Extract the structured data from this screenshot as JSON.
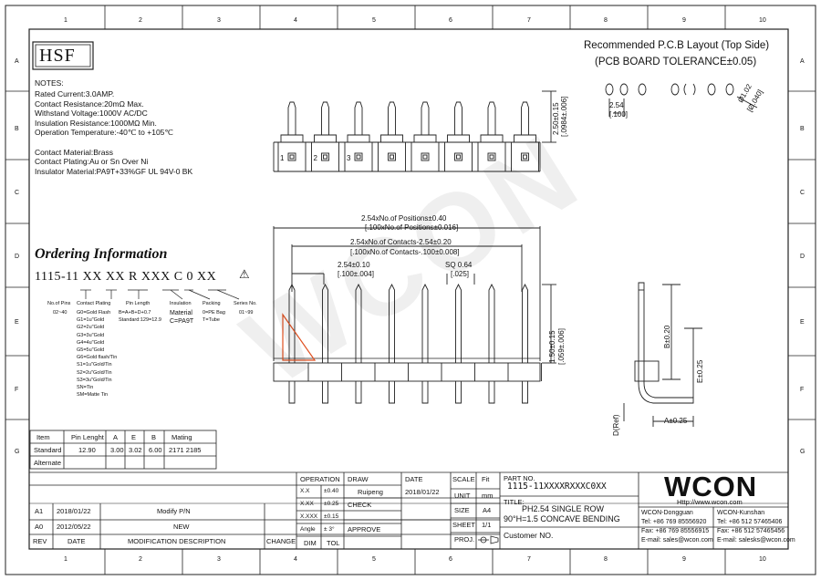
{
  "drawing": {
    "logo": "HSF",
    "title_line1": "Recommended P.C.B Layout (Top Side)",
    "title_line2": "(PCB BOARD TOLERANCE±0.05)",
    "watermark": "WCON",
    "col_labels": [
      "1",
      "2",
      "3",
      "4",
      "5",
      "6",
      "7",
      "8",
      "9",
      "10"
    ],
    "row_labels": [
      "A",
      "B",
      "C",
      "D",
      "E",
      "F",
      "G"
    ]
  },
  "notes": {
    "heading": "NOTES:",
    "lines": [
      "Rated Current:3.0AMP.",
      "Contact Resistance:20mΩ Max.",
      "Withstand Voltage:1000V AC/DC",
      "Insulation Resistance:1000MΩ Min.",
      "Operation Temperature:-40℃ to +105℃",
      "",
      "Contact Material:Brass",
      "Contact Plating:Au or Sn Over Ni",
      "Insulator Material:PA9T+33%GF UL 94V-0 BK"
    ]
  },
  "ordering": {
    "heading": "Ordering Information",
    "code": "1115-11 XX XX R XXX C 0 XX",
    "labels": [
      "No.of Pins",
      "Contact Plating",
      "Pin Length",
      "Insulation Material",
      "Packing",
      "Series No."
    ],
    "pins_range": "02~40",
    "plating_options": [
      "G0=Gold Flash",
      "G1=1u\"Gold",
      "G2=2u\"Gold",
      "G3=3u\"Gold",
      "G4=4u\"Gold",
      "G5=5u\"Gold",
      "G6=Gold flash/Tin",
      "S1=1u\"Gold/Tin",
      "S2=2u\"Gold/Tin",
      "S3=3u\"Gold/Tin",
      "SN=Tin",
      "SM=Matte Tin"
    ],
    "pin_length": [
      "B=A+B+D+0.7",
      "Standard:129=12.9"
    ],
    "material": [
      "Material",
      "C=PA9T"
    ],
    "packing": [
      "0=PE Bag",
      "T=Tube"
    ],
    "series": "01~99"
  },
  "pin_table": {
    "headers": [
      "Item",
      "Pin Lenght",
      "A",
      "E",
      "B",
      "Mating"
    ],
    "rows": [
      [
        "Standard",
        "12.90",
        "3.00",
        "3.02",
        "6.00",
        "2171 2185"
      ],
      [
        "Alternate",
        "",
        "",
        "",
        "",
        ""
      ]
    ]
  },
  "dims": {
    "pitch": "2.54",
    "pitch_in": "[.100]",
    "hole": "Ø1.02",
    "hole_in": "[Ø.040]",
    "row_dist": "2.50±0.15",
    "row_dist_in": "[.0984±.006]",
    "overall": "2.54xNo.of Positions±0.40",
    "overall_in": "[.100xNo.of Positions±0.016]",
    "contacts": "2.54xNo.of Contacts-2.54±0.20",
    "contacts_in": "[.100xNo.of Contacts-.100±0.008]",
    "pitch_tol": "2.54±0.10",
    "pitch_tol_in": "[.100±.004]",
    "sq": "SQ 0.64",
    "sq_in": "[.025]",
    "height": "1.50±0.15",
    "height_in": "[.059±.006]",
    "b_dim": "B±0.20",
    "e_dim": "E±0.25",
    "d_ref": "D(Ref)",
    "a_dim": "A±0.25"
  },
  "title_block": {
    "rev_rows": [
      {
        "rev": "A1",
        "date": "2018/01/22",
        "desc": "Modify P/N"
      },
      {
        "rev": "A0",
        "date": "2012/05/22",
        "desc": "NEW"
      }
    ],
    "rev_headers": [
      "REV",
      "DATE",
      "MODIFICATION DESCRIPTION",
      "CHANGE"
    ],
    "operation": "OPERATION",
    "tolerances": [
      [
        "X.X",
        "±0.40"
      ],
      [
        "X.XX",
        "±0.25"
      ],
      [
        "X.XXX",
        "±0.15"
      ],
      [
        "Angle",
        "± 3°"
      ]
    ],
    "dim": "DIM",
    "tol": "TOL",
    "draw": "DRAW",
    "drawer": "Ruipeng",
    "check": "CHECK",
    "approve": "APPROVE",
    "date_label": "DATE",
    "date_value": "2018/01/22",
    "scale_label": "SCALE",
    "scale_value": "Fit",
    "unit_label": "UNIT",
    "unit_value": "mm",
    "size_label": "SIZE",
    "size_value": "A4",
    "sheet_label": "SHEET",
    "sheet_value": "1/1",
    "proj_label": "PROJ.",
    "part_label": "PART NO.",
    "part_value": "1115-11XXXXRXXXC0XX",
    "title_label": "TITLE:",
    "title_l1": "PH2.54 SINGLE ROW",
    "title_l2": "90°H=1.5 CONCAVE BENDING",
    "customer": "Customer NO.",
    "brand": "WCON",
    "website": "Http://www.wcon.com",
    "contacts_dg": [
      "WCON-Dongguan",
      "Tel: +86 769 85556920",
      "Fax: +86 769 85556915",
      "E-mail: sales@wcon.com"
    ],
    "contacts_ks": [
      "WCON-Kunshan",
      "Tel: +86 512 57465406",
      "Fax: +86 512 57465456",
      "E-mail: salesks@wcon.com"
    ]
  }
}
